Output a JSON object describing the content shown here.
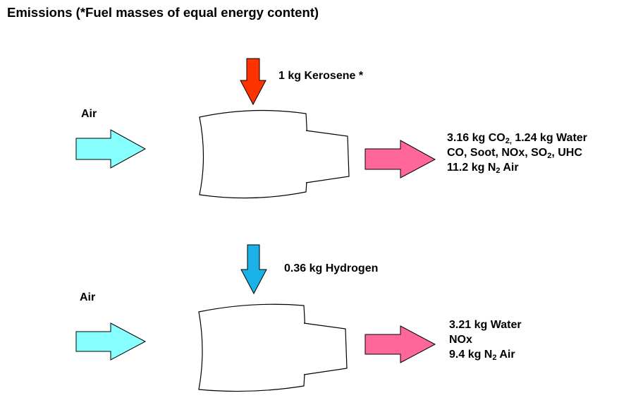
{
  "title": "Emissions (*Fuel masses of equal energy content)",
  "colors": {
    "kerosene_arrow": "#ff3300",
    "hydrogen_arrow": "#1ab2e6",
    "air_arrow": "#88ffff",
    "exhaust_arrow": "#ff6699"
  },
  "kerosene": {
    "air_label": "Air",
    "fuel_label": "1 kg Kerosene *",
    "output": {
      "line1_a": "3.16 kg CO",
      "line1_sub": "2,",
      "line1_b": " 1.24 kg Water",
      "line2_a": "CO, Soot, NOx, SO",
      "line2_sub": "2",
      "line2_b": ", UHC",
      "line3_a": "11.2 kg N",
      "line3_sub": "2",
      "line3_b": " Air"
    }
  },
  "hydrogen": {
    "air_label": "Air",
    "fuel_label": "0.36 kg Hydrogen",
    "output": {
      "line1": "3.21 kg Water",
      "line2": "NOx",
      "line3_a": "9.4 kg N",
      "line3_sub": "2",
      "line3_b": " Air"
    }
  }
}
